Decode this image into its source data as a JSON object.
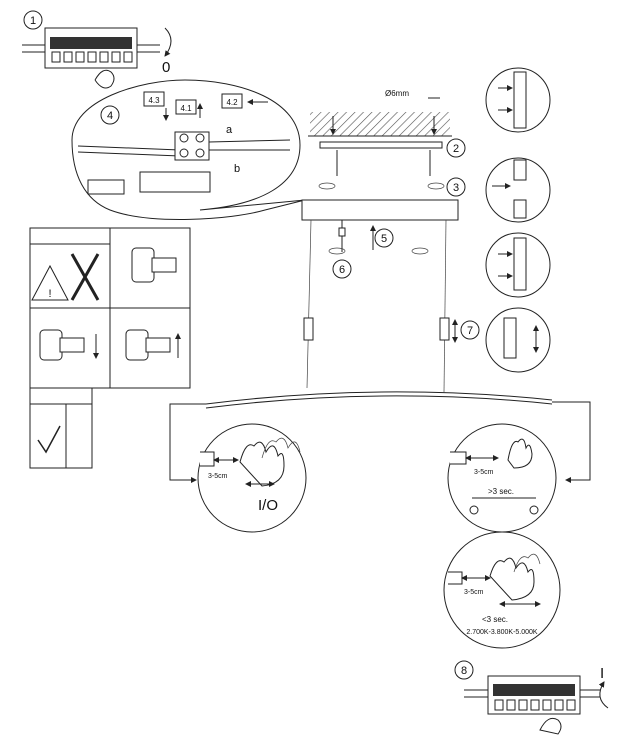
{
  "steps": {
    "s1": "1",
    "s2": "2",
    "s3": "3",
    "s4": "4",
    "s41": "4.1",
    "s42": "4.2",
    "s43": "4.3",
    "s5": "5",
    "s6": "6",
    "s7": "7",
    "s8": "8"
  },
  "switch_off_label": "0",
  "switch_on_label": "I",
  "wire_a": "a",
  "wire_b": "b",
  "diameter": "Ø6mm",
  "distance_left": "3-5cm",
  "distance_right": "3-5cm",
  "distance_bottom": "3-5cm",
  "onoff_label": "I/O",
  "hold_long": ">3 sec.",
  "hold_short": "<3 sec.",
  "color_temps": "2.700K-3.800K-5.000K",
  "colors": {
    "line": "#222222",
    "hatch": "#555555",
    "bg": "#ffffff"
  }
}
